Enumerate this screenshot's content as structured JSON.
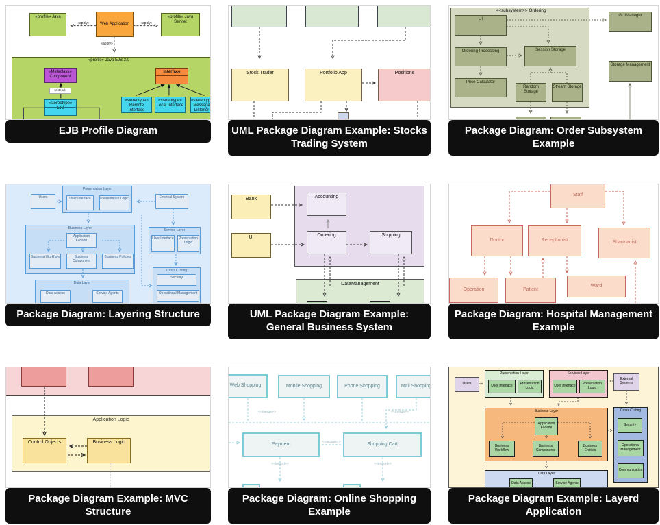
{
  "page": {
    "background": "#ffffff"
  },
  "colors": {
    "caption_bg": "#0f0f0f",
    "caption_text": "#ffffff"
  },
  "cards": [
    {
      "caption": "EJB Profile Diagram",
      "labels": {
        "java": "«profile» Java",
        "webapp": "Web Application",
        "servlet": "«profile» Java Servlet",
        "apply1": "«apply»",
        "apply2": "«apply»",
        "apply3": "«apply»",
        "ejb_profile": "«profile» Java EJB 3.0",
        "metaclass": "«Metaclass» Component",
        "extend": "«extend»",
        "ejb": "«stereotype» EJB",
        "iface": "Interface",
        "remote": "«stereotype» Remote Interface",
        "local": "«stereotype» Local Interface",
        "listener": "«stereotype» Message Listener"
      }
    },
    {
      "caption": "UML Package Diagram Example: Stocks Trading System",
      "labels": {
        "stock_trader": "Stock Trader",
        "portfolio": "Portfolio App",
        "positions": "Positions"
      }
    },
    {
      "caption": "Package Diagram: Order Subsystem Example",
      "labels": {
        "subsystem": "<<subsystem>> Ordering",
        "ui": "UI",
        "ordering_processing": "Ordering Processing",
        "price_calculator": "Price Calculator",
        "session_storage": "Session Storage",
        "random_storage": "Random Storage",
        "stream_storage": "Stream Storage",
        "gui_manager": "GUIManager",
        "storage_management": "Storage Management"
      }
    },
    {
      "caption": "Package Diagram: Layering Structure",
      "labels": {
        "users": "Users",
        "presentation_layer": "Presentation Layer",
        "user_interface": "User Interface",
        "presentation_logic": "Presentation Logic",
        "external_system": "External System",
        "business_layer": "Business Layer",
        "application_facade": "Application Facade",
        "business_workflow": "Business Workflow",
        "business_component": "Business Component",
        "business_policies": "Business Policies",
        "service_layer": "Service Layer",
        "service_ui": "User Interface",
        "service_logic": "Presentation Logic",
        "cross_cutting": "Cross Cutting",
        "security": "Security",
        "operational_management": "Operational Management",
        "data_layer": "Data Layer",
        "data_access": "Data Access",
        "service_agents": "Service Agents"
      }
    },
    {
      "caption": "UML Package Diagram Example: General Business System",
      "labels": {
        "bank": "Bank",
        "ui": "UI",
        "accounting": "Accounting",
        "ordering": "Ordering",
        "shipping": "Shipping",
        "data_management": "DataManagement"
      }
    },
    {
      "caption": "Package Diagram: Hospital Management Example",
      "labels": {
        "staff": "Staff",
        "doctor": "Doctor",
        "receptionist": "Receptionist",
        "pharmacist": "Pharmacist",
        "operation": "Operation",
        "patient": "Patient",
        "ward": "Ward"
      }
    },
    {
      "caption": "Package Diagram Example: MVC Structure",
      "labels": {
        "application_logic": "Application Logic",
        "control_objects": "Control Objects",
        "business_logic": "Business Logic"
      }
    },
    {
      "caption": "Package Diagram: Online Shopping Example",
      "labels": {
        "web": "Web Shopping",
        "mobile": "Mobile Shopping",
        "phone": "Phone Shopping",
        "mail": "Mail Shopping",
        "payment": "Payment",
        "cart": "Shopping Cart",
        "merge1": "<<merge>>",
        "merge2": "<<merge>>",
        "access": "<<access>>",
        "import1": "<<import>>",
        "import2": "<<import>>"
      }
    },
    {
      "caption": "Package Diagram Example: Layerd Application",
      "labels": {
        "users": "Users",
        "presentation_layer": "Presentation Layer",
        "ui1": "User Interface",
        "pl1": "Presentation Logic",
        "services_layer": "Services Layer",
        "ui2": "User Interface",
        "pl2": "Presentation Logic",
        "external_systems": "External Systems",
        "business_layer": "Business Layer",
        "application_facade": "Application Facade",
        "business_workflow": "Business Workflow",
        "business_components": "Business Components",
        "business_entities": "Business Entities",
        "cross_cutting": "Cross Cutting",
        "security": "Security",
        "operational_management": "Operational Management",
        "communication": "Communication",
        "data_layer": "Data Layer",
        "data_access": "Data Access",
        "service_agents": "Service Agents"
      }
    }
  ]
}
